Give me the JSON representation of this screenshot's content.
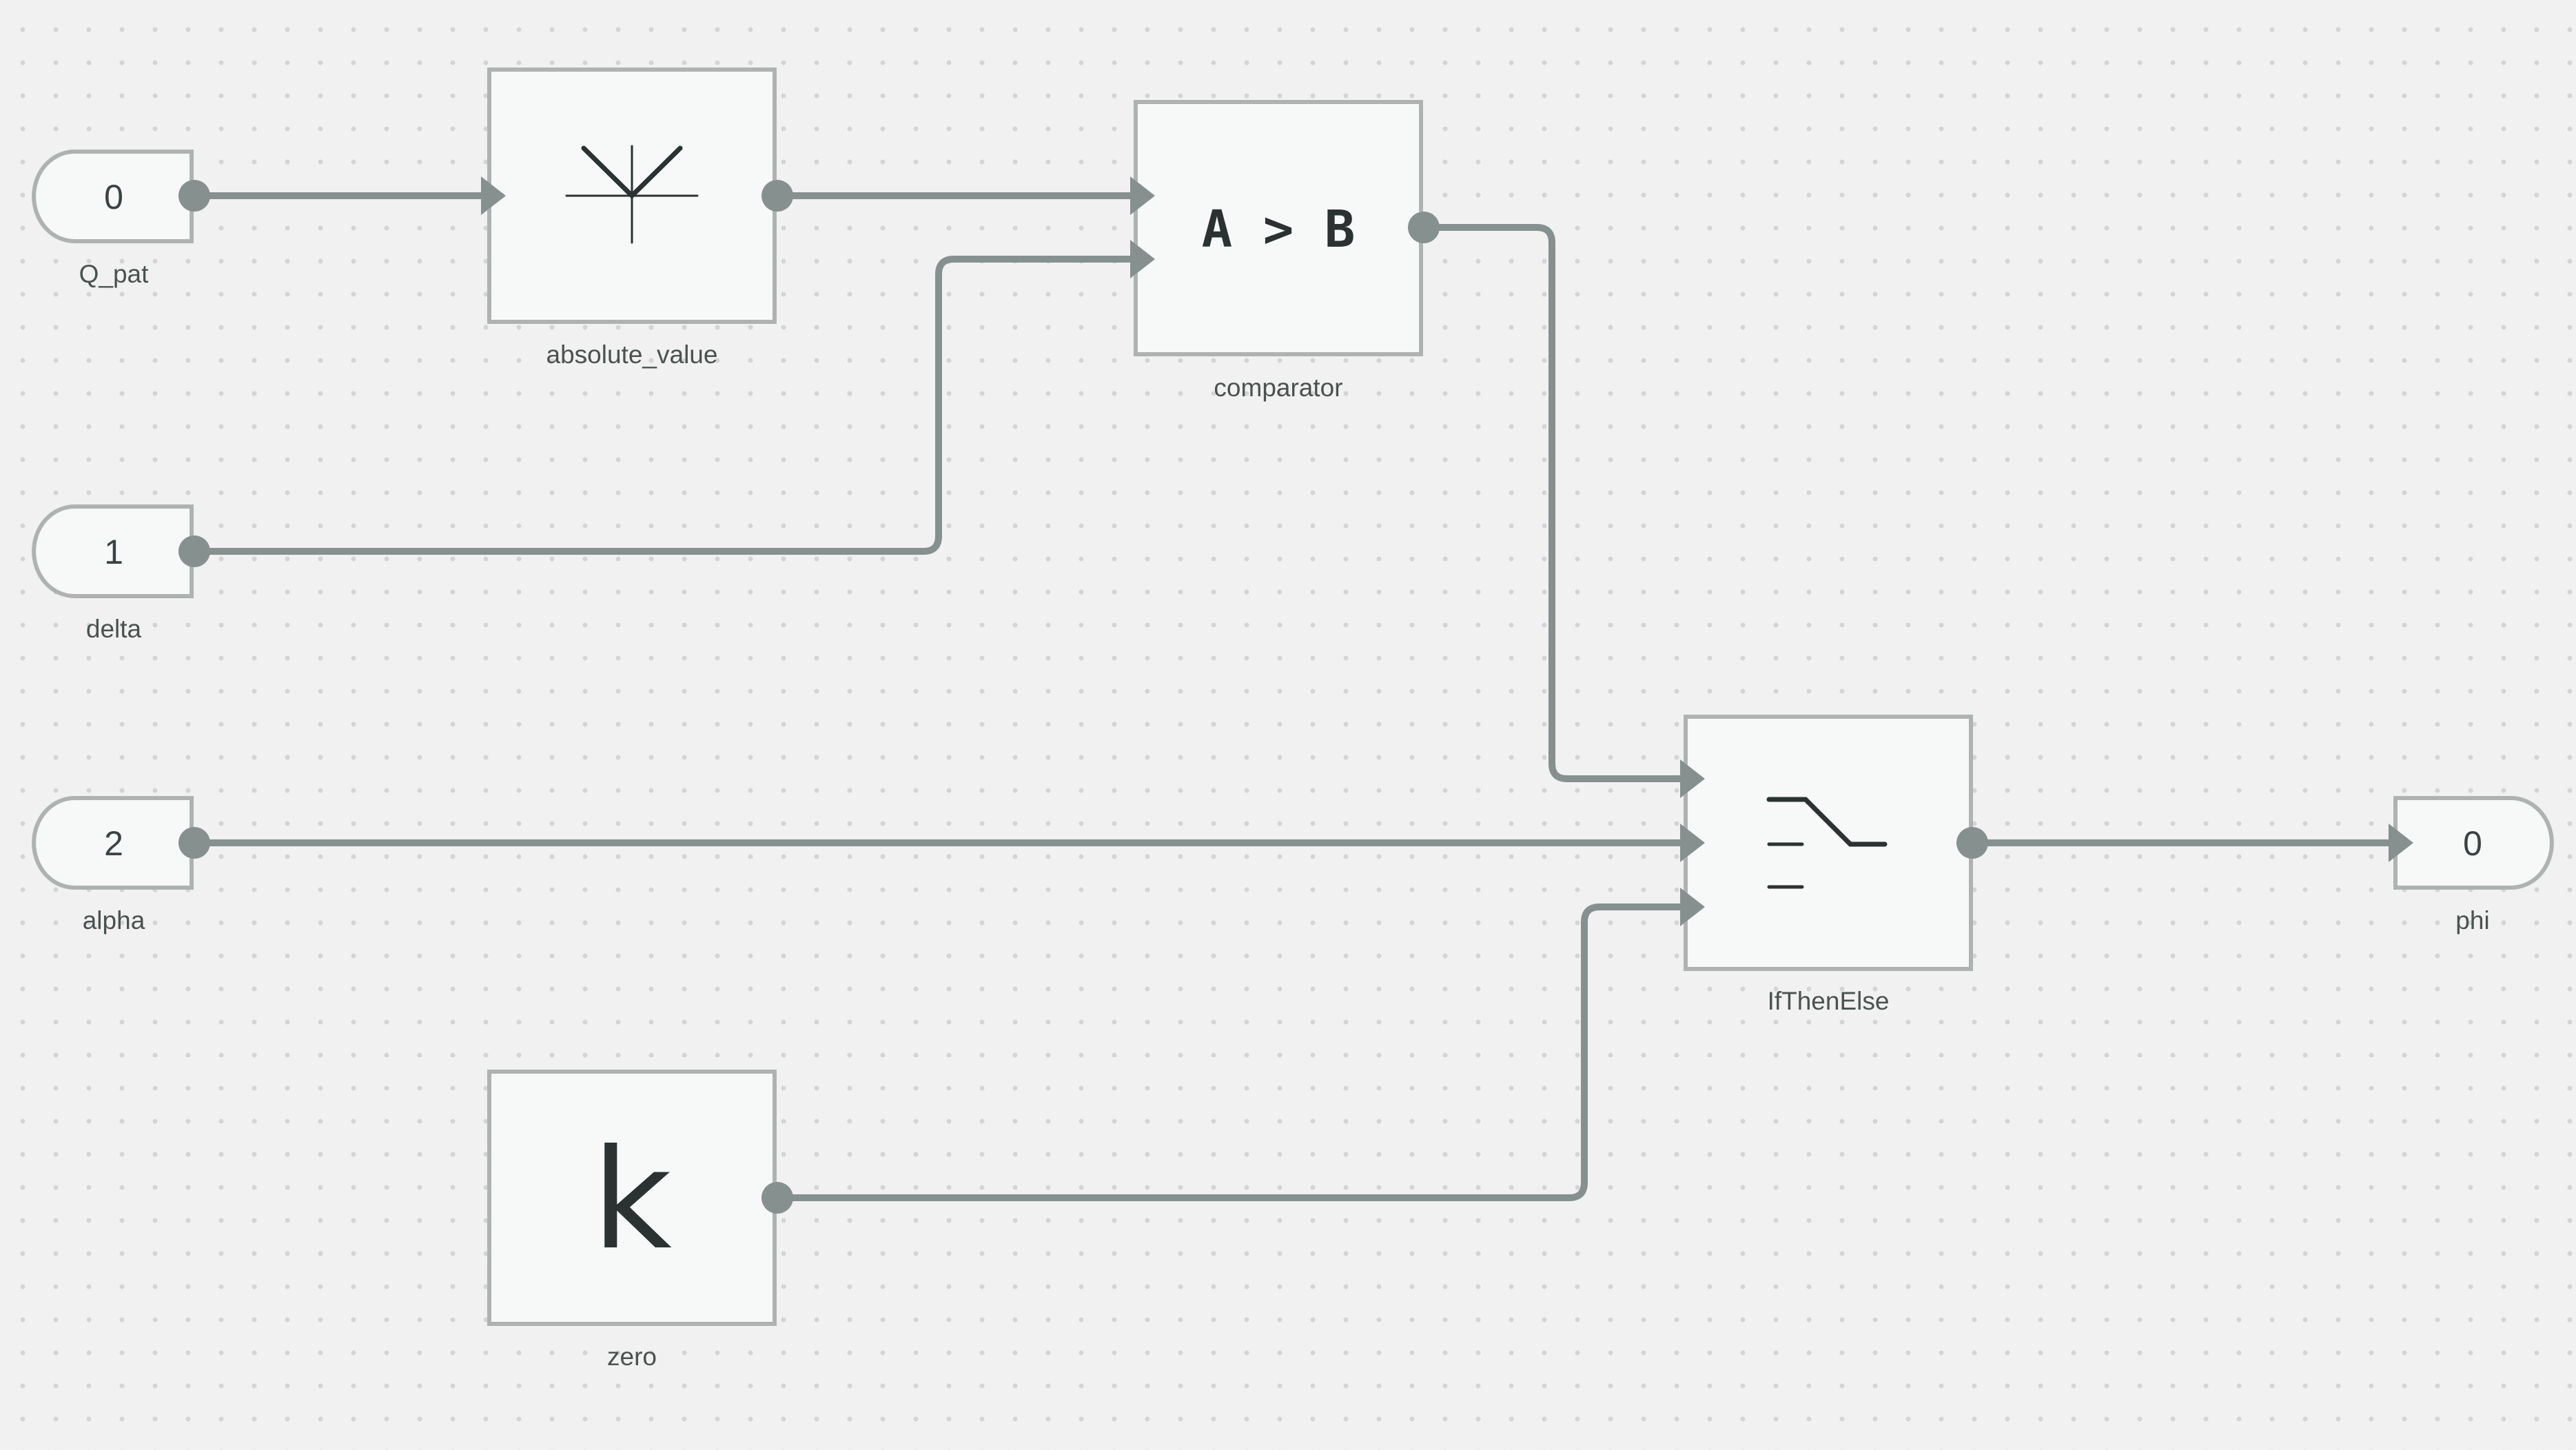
{
  "inports": [
    {
      "id": "q_pat",
      "value": "0",
      "label": "Q_pat"
    },
    {
      "id": "delta",
      "value": "1",
      "label": "delta"
    },
    {
      "id": "alpha",
      "value": "2",
      "label": "alpha"
    }
  ],
  "outport": {
    "value": "0",
    "label": "phi"
  },
  "blocks": {
    "absolute_value": {
      "label": "absolute_value",
      "icon": "absolute-value-icon"
    },
    "comparator": {
      "label": "comparator",
      "symbol": "A > B"
    },
    "if_then_else": {
      "label": "IfThenElse",
      "icon": "switch-icon"
    },
    "zero": {
      "label": "zero",
      "symbol": "k"
    }
  },
  "colors": {
    "background": "#f0f1f0",
    "wire": "#86918f",
    "block_fill": "#f7f8f8",
    "block_border": "#aeb3b2",
    "symbol": "#2a3332"
  }
}
